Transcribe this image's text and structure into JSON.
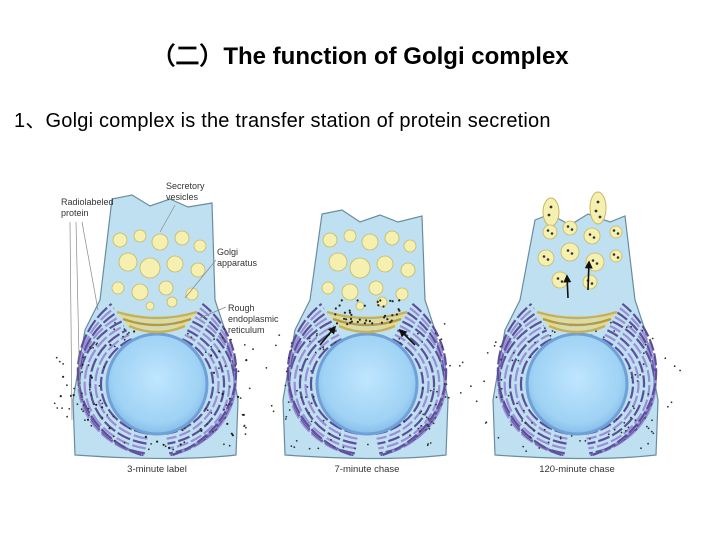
{
  "slide": {
    "title": "（二）The function of Golgi complex",
    "subtitle": "1、Golgi complex is the transfer station of protein secretion"
  },
  "diagram": {
    "labels": {
      "radiolabeled": [
        "Radiolabeled",
        "protein"
      ],
      "secretory": [
        "Secretory",
        "vesicles"
      ],
      "golgi": [
        "Golgi",
        "apparatus"
      ],
      "rer": [
        "Rough",
        "endoplasmic",
        "reticulum"
      ]
    },
    "captions": [
      "3-minute label",
      "7-minute chase",
      "120-minute chase"
    ]
  },
  "colors": {
    "cytoplasm": "#bfe0f0",
    "cell_outline": "#6a8ca0",
    "nucleus": "#a8d8f5",
    "nucleus_rim": "#6fa0d8",
    "er": "#9a8fd6",
    "er_dark": "#5b4f9a",
    "golgi": "#d9c670",
    "vesicle": "#f5f0b0",
    "dot": "#3a3a3a",
    "arrow": "#111111"
  }
}
